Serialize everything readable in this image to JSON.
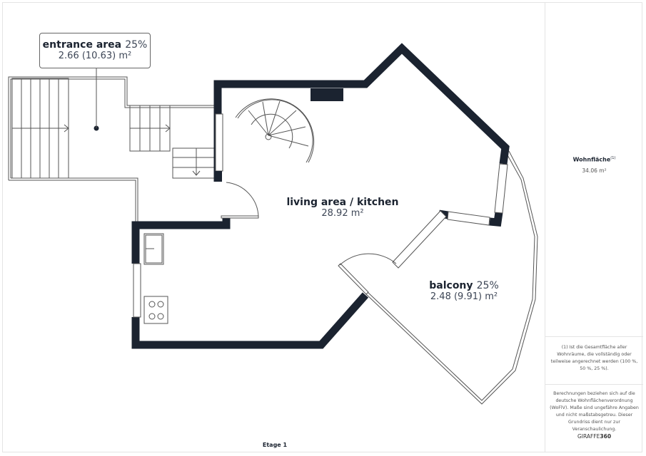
{
  "rooms": [
    {
      "name": "entrance area",
      "percent": "25%",
      "area": "2.66 (10.63) m²"
    },
    {
      "name": "living area / kitchen",
      "area": "28.92 m²"
    },
    {
      "name": "balcony",
      "percent": "25%",
      "area": "2.48 (9.91) m²"
    }
  ],
  "floor_label": "Etage 1",
  "sidebar": {
    "total_label": "Wohnfläche",
    "total_sup": "(1)",
    "total_value": "34.06 m²",
    "footnote": "(1) Ist die Gesamtfläche aller Wohnräume, die vollständig oder teilweise angerechnet werden (100 %, 50 %, 25 %).",
    "disclaimer": "Berechnungen beziehen sich auf die deutsche Wohnflächenverordnung (WoFlV). Maße sind ungefähre Angaben und nicht maßstabsgetreu. Dieser Grundriss dient nur zur Veranschaulichung.",
    "brand_a": "GIRAFFE",
    "brand_b": "360"
  },
  "colors": {
    "wall": "#1b2330",
    "line": "#555555"
  }
}
